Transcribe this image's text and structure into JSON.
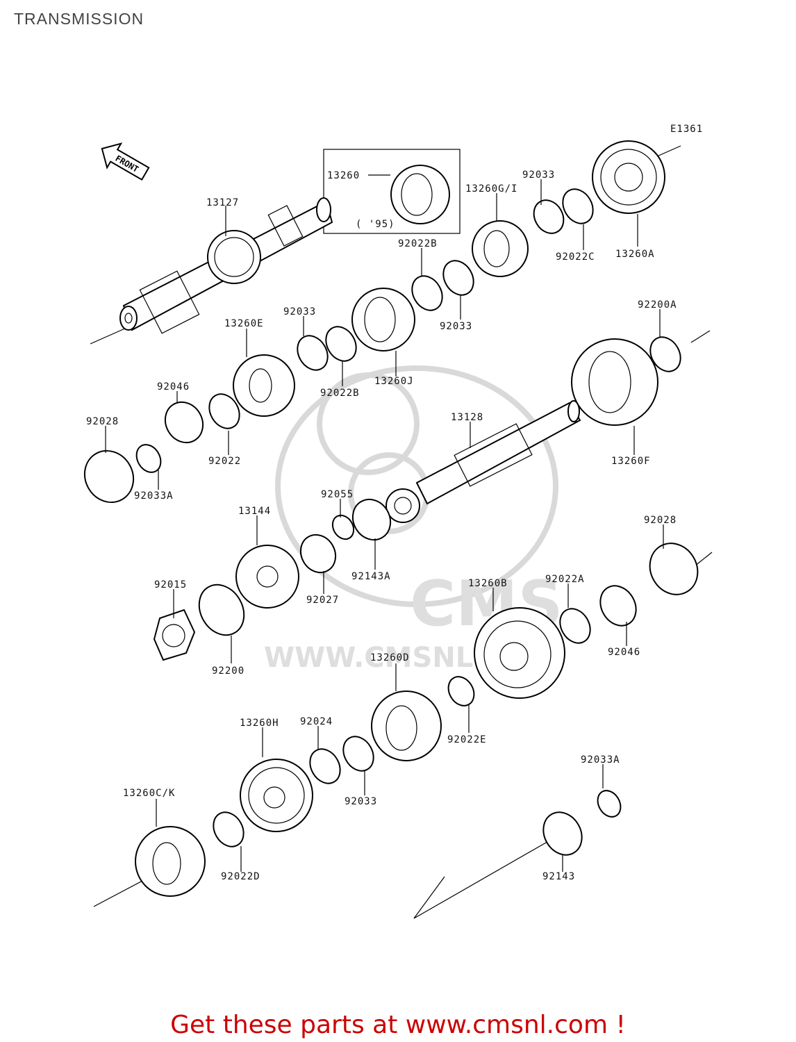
{
  "title": "TRANSMISSION",
  "diagram_code": "E1361",
  "front_arrow_label": "FRONT",
  "inset_note": "( '95)",
  "watermark": {
    "brand": "CMS",
    "url": "WWW.CMSNL.COM"
  },
  "footer": "Get these parts at www.cmsnl.com !",
  "parts": [
    {
      "id": "p13127",
      "label": "13127"
    },
    {
      "id": "p13260",
      "label": "13260"
    },
    {
      "id": "p13260gi",
      "label": "13260G/I"
    },
    {
      "id": "p92033a1",
      "label": "92033"
    },
    {
      "id": "p92022c",
      "label": "92022C"
    },
    {
      "id": "p13260a",
      "label": "13260A"
    },
    {
      "id": "p92022b1",
      "label": "92022B"
    },
    {
      "id": "p92033b",
      "label": "92033"
    },
    {
      "id": "p92033c",
      "label": "92033"
    },
    {
      "id": "p13260e",
      "label": "13260E"
    },
    {
      "id": "p13260j",
      "label": "13260J"
    },
    {
      "id": "p92022b2",
      "label": "92022B"
    },
    {
      "id": "p92046a",
      "label": "92046"
    },
    {
      "id": "p92028a",
      "label": "92028"
    },
    {
      "id": "p92022",
      "label": "92022"
    },
    {
      "id": "p92033aa",
      "label": "92033A"
    },
    {
      "id": "p92200a",
      "label": "92200A"
    },
    {
      "id": "p13128",
      "label": "13128"
    },
    {
      "id": "p13260f",
      "label": "13260F"
    },
    {
      "id": "p92055",
      "label": "92055"
    },
    {
      "id": "p13144",
      "label": "13144"
    },
    {
      "id": "p92143a",
      "label": "92143A"
    },
    {
      "id": "p92027",
      "label": "92027"
    },
    {
      "id": "p92028b",
      "label": "92028"
    },
    {
      "id": "p92015",
      "label": "92015"
    },
    {
      "id": "p13260b",
      "label": "13260B"
    },
    {
      "id": "p92022a",
      "label": "92022A"
    },
    {
      "id": "p92046b",
      "label": "92046"
    },
    {
      "id": "p92200",
      "label": "92200"
    },
    {
      "id": "p13260d",
      "label": "13260D"
    },
    {
      "id": "p13260h",
      "label": "13260H"
    },
    {
      "id": "p92024",
      "label": "92024"
    },
    {
      "id": "p92022e",
      "label": "92022E"
    },
    {
      "id": "p92033d",
      "label": "92033"
    },
    {
      "id": "p92033ab",
      "label": "92033A"
    },
    {
      "id": "p13260ck",
      "label": "13260C/K"
    },
    {
      "id": "p92022d",
      "label": "92022D"
    },
    {
      "id": "p92143",
      "label": "92143"
    }
  ]
}
